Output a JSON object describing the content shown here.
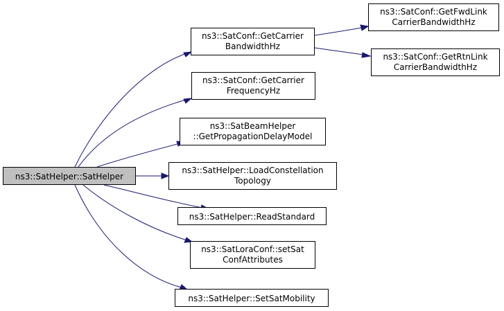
{
  "diagram": {
    "edge_color": "#191970",
    "root_fill": "#bfbfbf",
    "nodes": {
      "root": {
        "lines": [
          "ns3::SatHelper::SatHelper"
        ]
      },
      "getCarrierBandwidth": {
        "lines": [
          "ns3::SatConf::GetCarrier",
          "BandwidthHz"
        ]
      },
      "getFwdLink": {
        "lines": [
          "ns3::SatConf::GetFwdLink",
          "CarrierBandwidthHz"
        ]
      },
      "getRtnLink": {
        "lines": [
          "ns3::SatConf::GetRtnLink",
          "CarrierBandwidthHz"
        ]
      },
      "getCarrierFrequency": {
        "lines": [
          "ns3::SatConf::GetCarrier",
          "FrequencyHz"
        ]
      },
      "getPropagationDelay": {
        "lines": [
          "ns3::SatBeamHelper",
          "::GetPropagationDelayModel"
        ]
      },
      "loadConstellation": {
        "lines": [
          "ns3::SatHelper::LoadConstellation",
          "Topology"
        ]
      },
      "readStandard": {
        "lines": [
          "ns3::SatHelper::ReadStandard"
        ]
      },
      "setSatConf": {
        "lines": [
          "ns3::SatLoraConf::setSat",
          "ConfAttributes"
        ]
      },
      "setSatMobility": {
        "lines": [
          "ns3::SatHelper::SetSatMobility"
        ]
      }
    }
  }
}
